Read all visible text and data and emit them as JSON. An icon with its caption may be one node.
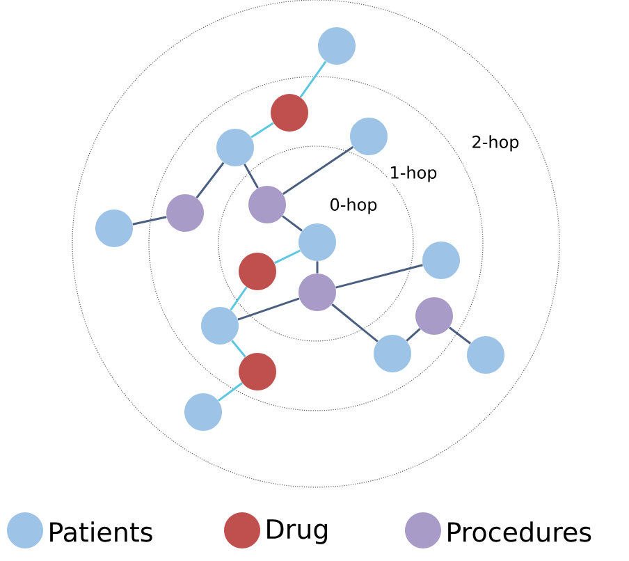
{
  "diagram": {
    "nodes": [
      {
        "text": [],
        "shape": "circle"
      },
      {
        "text": [],
        "shape": "circle"
      },
      {
        "text": [],
        "shape": "circle"
      },
      {
        "text": [],
        "shape": "circle"
      },
      {
        "text": [],
        "shape": "circle"
      },
      {
        "text": [],
        "shape": "circle"
      },
      {
        "text": [],
        "shape": "circle"
      },
      {
        "text": [],
        "shape": "circle"
      },
      {
        "text": [],
        "shape": "circle"
      },
      {
        "text": [],
        "shape": "circle"
      },
      {
        "text": [],
        "shape": "circle"
      },
      {
        "text": [],
        "shape": "circle"
      },
      {
        "text": [],
        "shape": "circle"
      },
      {
        "text": [],
        "shape": "circle"
      },
      {
        "text": [],
        "shape": "circle"
      },
      {
        "text": [],
        "shape": "circle"
      },
      {
        "text": [],
        "shape": "circle"
      }
    ],
    "edges": [
      {
        "from": 0,
        "to": 1,
        "arrow": "none",
        "color": "#5bc8e0"
      },
      {
        "from": 1,
        "to": 2,
        "arrow": "none",
        "color": "#5bc8e0"
      },
      {
        "from": 2,
        "to": 4,
        "arrow": "none"
      },
      {
        "from": 2,
        "to": 5,
        "arrow": "none"
      },
      {
        "from": 5,
        "to": 3,
        "arrow": "none"
      },
      {
        "from": 4,
        "to": 6,
        "arrow": "none"
      },
      {
        "from": 5,
        "to": 7,
        "arrow": "none"
      },
      {
        "from": 7,
        "to": 8,
        "arrow": "none",
        "color": "#5bc8e0"
      },
      {
        "from": 8,
        "to": 11,
        "arrow": "none",
        "color": "#5bc8e0"
      },
      {
        "from": 7,
        "to": 10,
        "arrow": "none"
      },
      {
        "from": 10,
        "to": 9,
        "arrow": "none"
      },
      {
        "from": 10,
        "to": 11,
        "arrow": "none"
      },
      {
        "from": 10,
        "to": 14,
        "arrow": "none"
      },
      {
        "from": 14,
        "to": 12,
        "arrow": "none"
      },
      {
        "from": 12,
        "to": 15,
        "arrow": "none"
      },
      {
        "from": 11,
        "to": 13,
        "arrow": "none",
        "color": "#5bc8e0"
      },
      {
        "from": 13,
        "to": 16,
        "arrow": "none",
        "color": "#5bc8e0"
      }
    ],
    "labels": [
      "2-hop",
      "1-hop",
      "0-hop"
    ],
    "legend": [
      {
        "text": "Patients",
        "color": "#9dc3e6"
      },
      {
        "text": "Drug",
        "color": "#c0504d"
      },
      {
        "text": "Procedures",
        "color": "#a99bc8"
      }
    ]
  }
}
